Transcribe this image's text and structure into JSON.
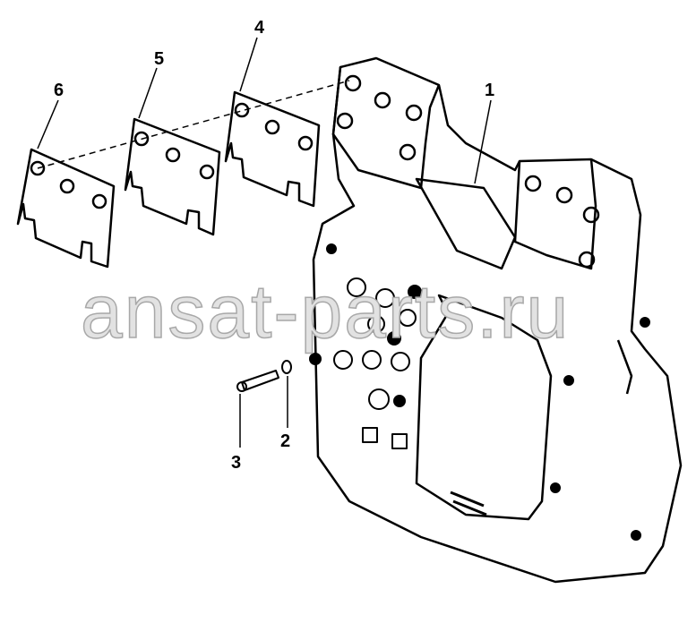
{
  "diagram": {
    "callouts": [
      "1",
      "2",
      "3",
      "4",
      "5",
      "6"
    ],
    "watermark": "ansat-parts.ru"
  }
}
